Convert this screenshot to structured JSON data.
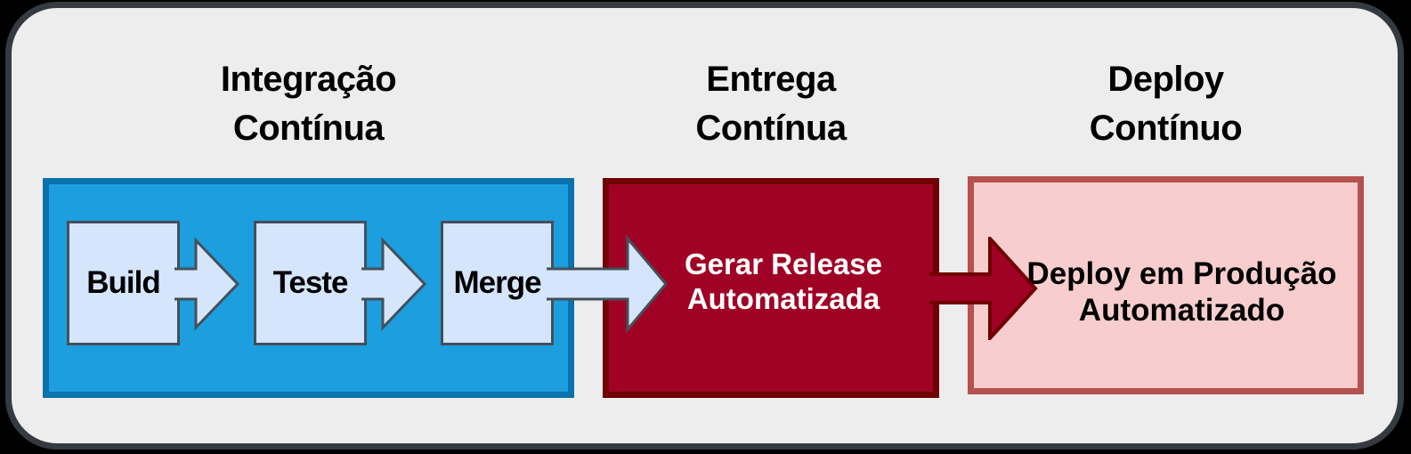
{
  "diagram": {
    "type": "cicd-flow-diagram",
    "stages": [
      {
        "id": "integracao-continua",
        "title": "Integração\nContínua",
        "steps": [
          "Build",
          "Teste",
          "Merge"
        ]
      },
      {
        "id": "entrega-continua",
        "title": "Entrega\nContínua",
        "label": "Gerar Release\nAutomatizada"
      },
      {
        "id": "deploy-continuo",
        "title": "Deploy\nContínuo",
        "label": "Deploy em Produção\nAutomatizado"
      }
    ]
  },
  "colors": {
    "page_background": "#000000",
    "panel_background": "#ededed",
    "panel_border": "#343a40",
    "ci_box_fill": "#1d9ede",
    "ci_box_border": "#0a72ad",
    "step_fill": "#d5e5fb",
    "step_border": "#445059",
    "light_arrow_fill": "#d5e5fb",
    "light_arrow_stroke": "#445059",
    "cd_box_fill": "#a00225",
    "cd_box_border": "#700003",
    "dark_arrow_fill": "#a00225",
    "dark_arrow_stroke": "#700003",
    "deploy_box_fill": "#f7cecd",
    "deploy_box_border": "#b5514e",
    "cd_label_text": "#ffffff",
    "title_text": "#000000"
  }
}
